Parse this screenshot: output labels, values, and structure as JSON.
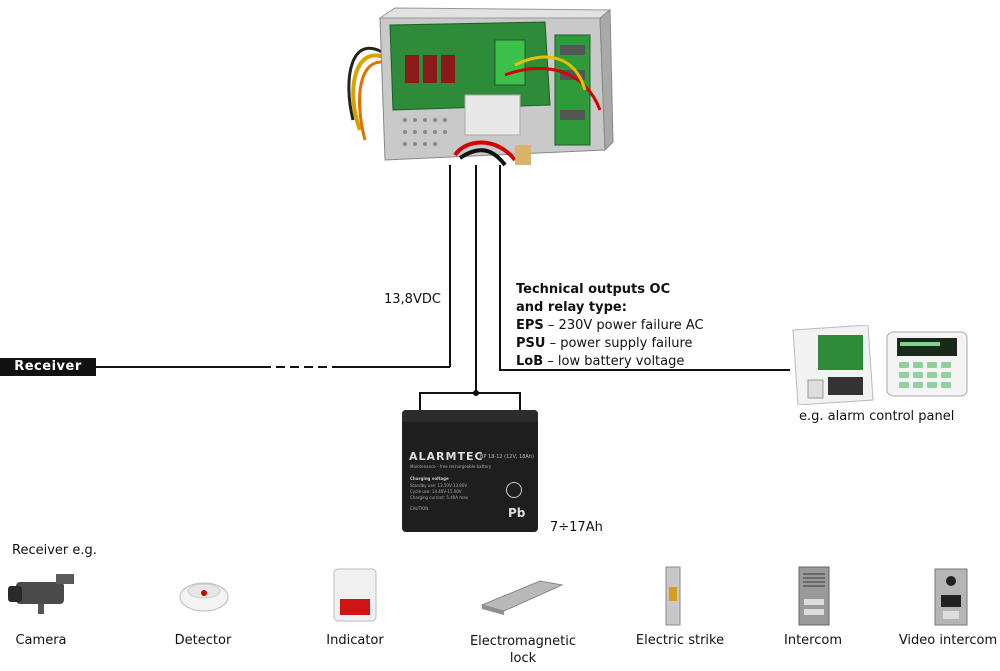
{
  "receiver_label": "Receiver",
  "voltage_label": "13,8VDC",
  "outputs": {
    "title_line1": "Technical outputs OC",
    "title_line2": "and relay type:",
    "items": [
      {
        "key": "EPS",
        "text": " – 230V power failure AC"
      },
      {
        "key": "PSU",
        "text": " – power supply failure"
      },
      {
        "key": "LoB",
        "text": " – low battery voltage"
      }
    ]
  },
  "alarm_panel_label": "e.g. alarm control panel",
  "battery": {
    "brand": "ALARMTEC",
    "model": "BP 18-12 (12V, 18Ah)",
    "subtitle": "Maintenance - free rechargeable battery",
    "charging_title": "Charging voltage",
    "charging_lines": [
      "Standby use:  13.50V-13.80V",
      "Cycle use:  14.40V-15.00V",
      "Charging current:  5.40A max"
    ],
    "caution": "CAUTION",
    "pb": "Pb",
    "capacity_label": "7÷17Ah"
  },
  "receiver_eg_label": "Receiver e.g.",
  "devices": [
    {
      "name": "Camera"
    },
    {
      "name": "Detector"
    },
    {
      "name": "Indicator"
    },
    {
      "name": "Electromagnetic lock"
    },
    {
      "name": "Electric strike"
    },
    {
      "name": "Intercom"
    },
    {
      "name": "Video intercom"
    }
  ]
}
